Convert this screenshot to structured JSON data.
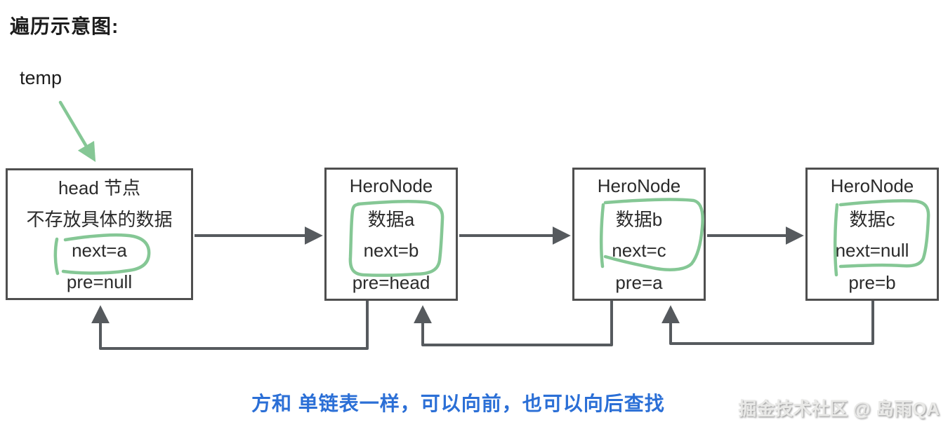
{
  "title": "遍历示意图:",
  "pointer": {
    "label": "temp"
  },
  "nodes": [
    {
      "lines": [
        "head 节点",
        "不存放具体的数据",
        "next=a",
        "pre=null"
      ]
    },
    {
      "lines": [
        "HeroNode",
        "数据a",
        "next=b",
        "pre=head"
      ]
    },
    {
      "lines": [
        "HeroNode",
        "数据b",
        "next=c",
        "pre=a"
      ]
    },
    {
      "lines": [
        "HeroNode",
        "数据c",
        "next=null",
        "pre=b"
      ]
    }
  ],
  "caption": "方和 单链表一样，可以向前，也可以向后查找",
  "watermark": "掘金技术社区 @ 岛雨QA",
  "colors": {
    "box_border": "#4f4f4f",
    "arrow": "#565a5e",
    "green": "#85c795",
    "caption_blue": "#2b6fd6",
    "text": "#2b2b2b",
    "watermark": "#e9e9e7"
  }
}
